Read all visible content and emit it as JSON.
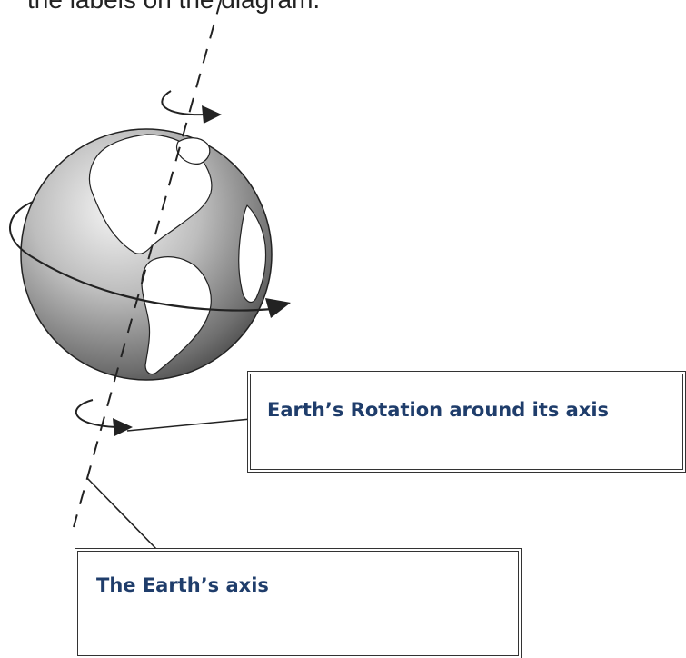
{
  "header": {
    "cut_off_text": "the labels on the diagram."
  },
  "labels": {
    "rotation": "Earth’s Rotation around its axis",
    "axis": "The Earth’s axis"
  }
}
